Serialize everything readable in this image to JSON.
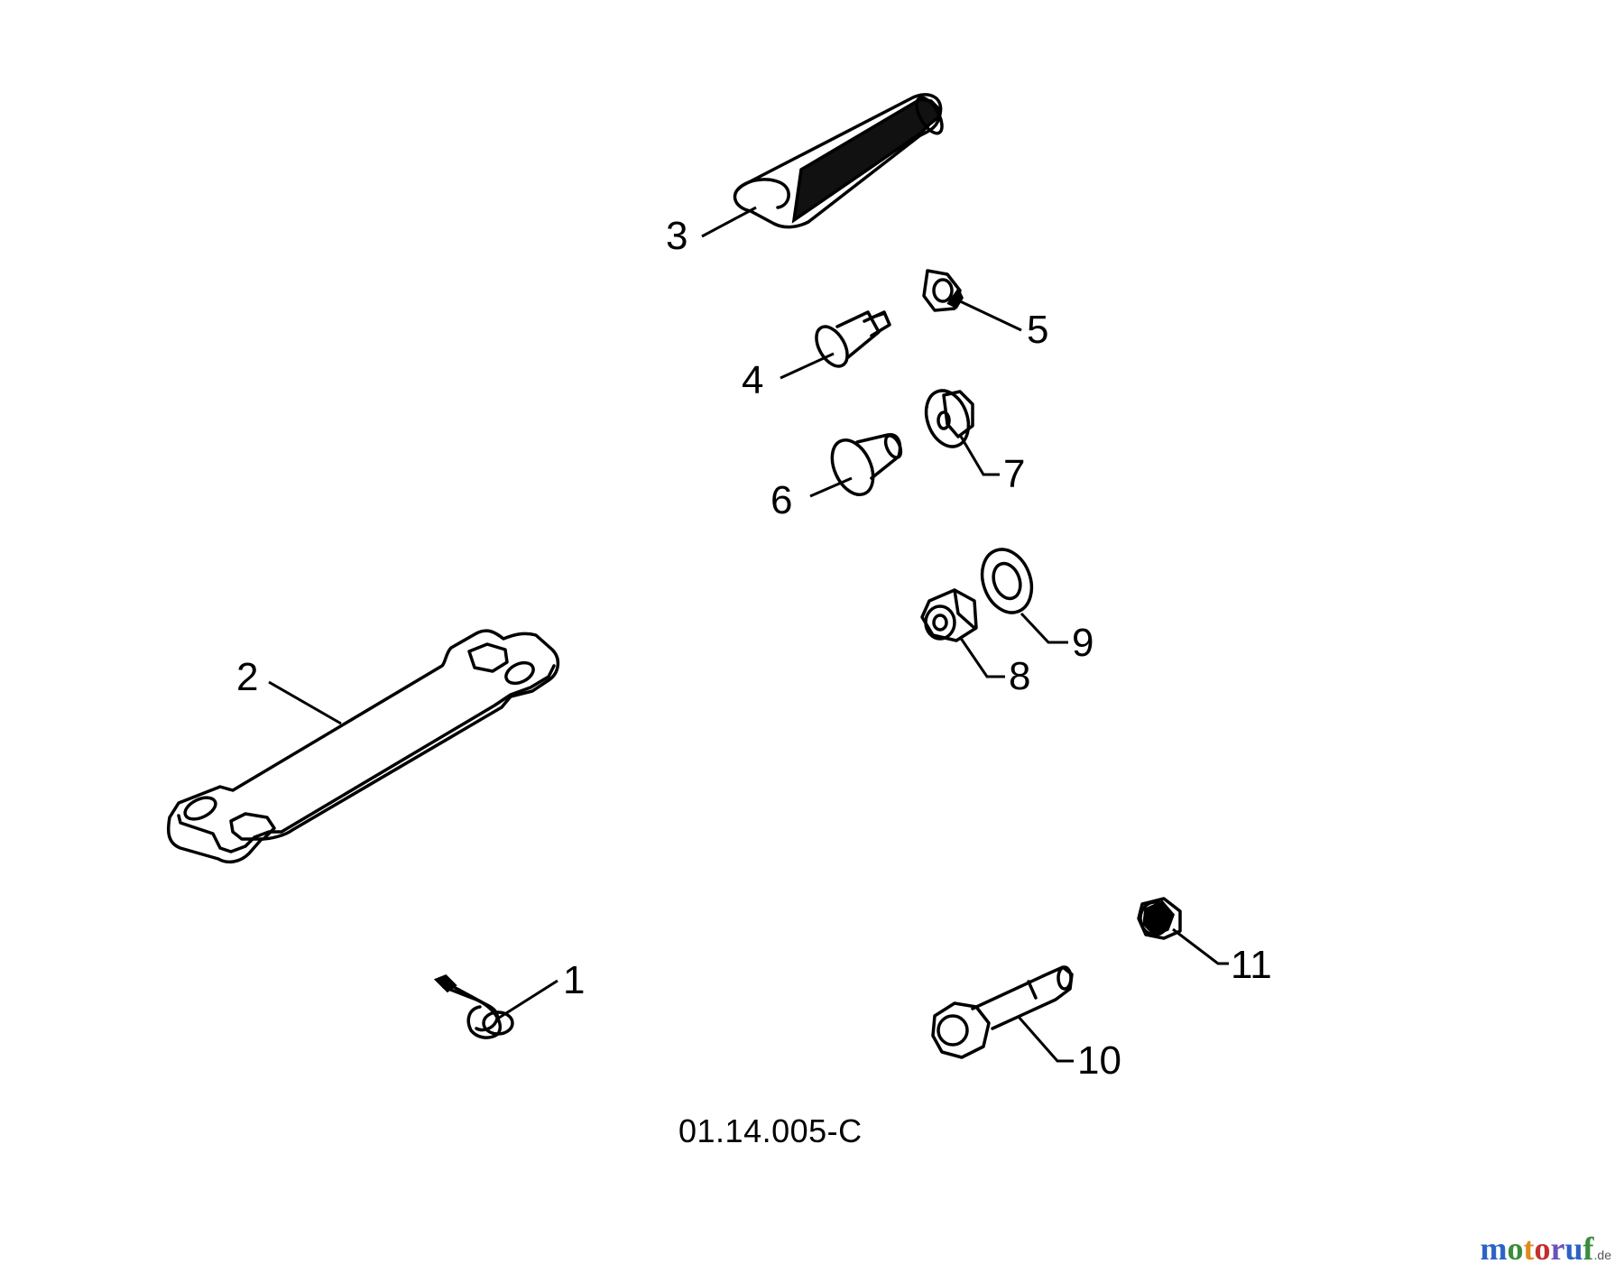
{
  "diagram": {
    "callouts": [
      "1",
      "2",
      "3",
      "4",
      "5",
      "6",
      "7",
      "8",
      "9",
      "10",
      "11"
    ],
    "reference_code": "01.14.005-C"
  },
  "watermark": {
    "letters": [
      "m",
      "o",
      "t",
      "o",
      "r",
      "u",
      "f"
    ],
    "tld": ".de"
  }
}
